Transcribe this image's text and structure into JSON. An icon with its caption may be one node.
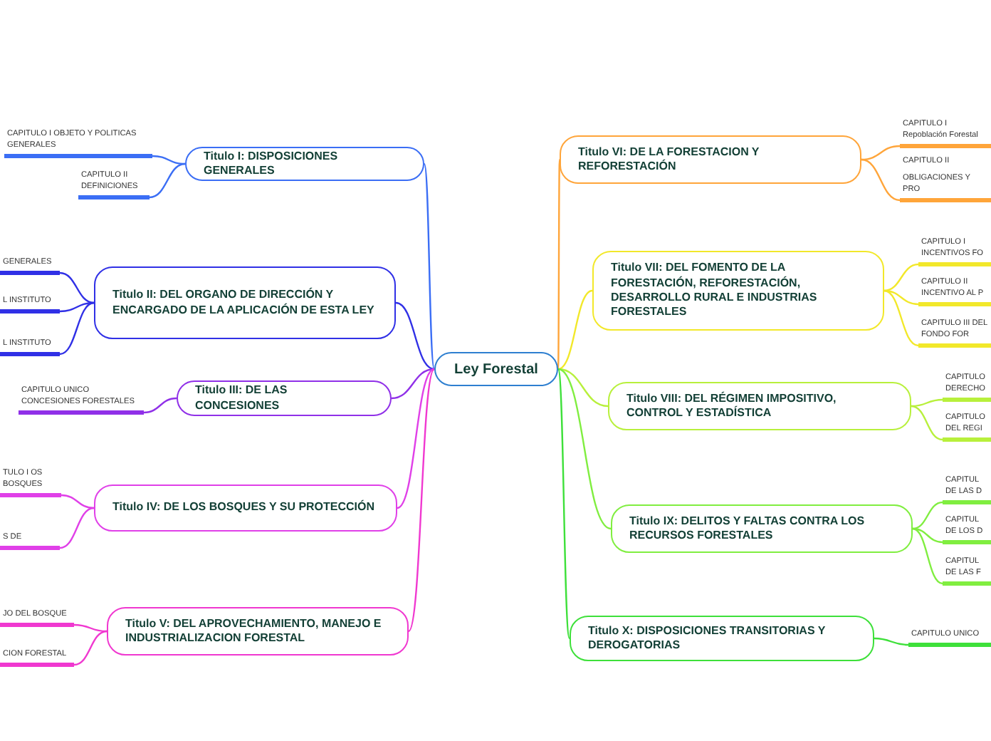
{
  "diagram": {
    "nodes": [
      {
        "text": [
          "Ley Forestal"
        ]
      },
      {
        "text": [
          "Titulo I: DISPOSICIONES GENERALES"
        ]
      },
      {
        "text": [
          "CAPITULO I OBJETO Y POLITICAS GENERALES"
        ]
      },
      {
        "text": [
          "CAPITULO II DEFINICIONES"
        ]
      },
      {
        "text": [
          "Titulo II: DEL ORGANO DE DIRECCIÓN Y ENCARGADO DE LA APLICACIÓN DE ESTA LEY"
        ]
      },
      {
        "text": [
          "GENERALES"
        ]
      },
      {
        "text": [
          "L INSTITUTO"
        ]
      },
      {
        "text": [
          "L INSTITUTO"
        ]
      },
      {
        "text": [
          "Titulo III: DE LAS CONCESIONES"
        ]
      },
      {
        "text": [
          "CAPITULO UNICO CONCESIONES FORESTALES"
        ]
      },
      {
        "text": [
          "Titulo IV: DE LOS BOSQUES Y SU PROTECCIÓN"
        ]
      },
      {
        "text": [
          "TULO I OS BOSQUES"
        ]
      },
      {
        "text": [
          "S DE"
        ]
      },
      {
        "text": [
          "Titulo V: DEL APROVECHAMIENTO, MANEJO E INDUSTRIALIZACION FORESTAL"
        ]
      },
      {
        "text": [
          "JO DEL BOSQUE"
        ]
      },
      {
        "text": [
          "CION FORESTAL"
        ]
      },
      {
        "text": [
          "Titulo VI: DE LA FORESTACION Y REFORESTACIÓN"
        ]
      },
      {
        "text": [
          "CAPITULO I Repoblación Forestal"
        ]
      },
      {
        "text": [
          "CAPITULO II",
          "OBLIGACIONES Y PRO"
        ]
      },
      {
        "text": [
          "Titulo VII: DEL FOMENTO DE LA FORESTACIÓN, REFORESTACIÓN, DESARROLLO RURAL E INDUSTRIAS FORESTALES"
        ]
      },
      {
        "text": [
          "CAPITULO I INCENTIVOS FO"
        ]
      },
      {
        "text": [
          "CAPITULO II INCENTIVO AL P"
        ]
      },
      {
        "text": [
          "CAPITULO III DEL FONDO FOR"
        ]
      },
      {
        "text": [
          "Titulo VIII: DEL RÉGIMEN IMPOSITIVO, CONTROL Y ESTADÍSTICA"
        ]
      },
      {
        "text": [
          "CAPITULO DERECHO"
        ]
      },
      {
        "text": [
          "CAPITULO DEL REGI"
        ]
      },
      {
        "text": [
          "Titulo IX: DELITOS Y FALTAS CONTRA LOS RECURSOS FORESTALES"
        ]
      },
      {
        "text": [
          "CAPITUL DE LAS D"
        ]
      },
      {
        "text": [
          "CAPITUL DE LOS D"
        ]
      },
      {
        "text": [
          "CAPITUL DE LAS F"
        ]
      },
      {
        "text": [
          "Titulo X: DISPOSICIONES TRANSITORIAS Y DEROGATORIAS"
        ]
      },
      {
        "text": [
          "CAPITULO UNICO"
        ]
      }
    ],
    "edges": [
      {
        "from": 0,
        "to": 1,
        "arrow": "none",
        "color": "#3b6ef5"
      },
      {
        "from": 1,
        "to": 2,
        "arrow": "none",
        "color": "#3b6ef5"
      },
      {
        "from": 1,
        "to": 3,
        "arrow": "none",
        "color": "#3b6ef5"
      },
      {
        "from": 0,
        "to": 4,
        "arrow": "none",
        "color": "#3030e6"
      },
      {
        "from": 4,
        "to": 5,
        "arrow": "none",
        "color": "#3030e6"
      },
      {
        "from": 4,
        "to": 6,
        "arrow": "none",
        "color": "#3030e6"
      },
      {
        "from": 4,
        "to": 7,
        "arrow": "none",
        "color": "#3030e6"
      },
      {
        "from": 0,
        "to": 8,
        "arrow": "none",
        "color": "#9030e8"
      },
      {
        "from": 8,
        "to": 9,
        "arrow": "none",
        "color": "#9030e8"
      },
      {
        "from": 0,
        "to": 10,
        "arrow": "none",
        "color": "#e040e8"
      },
      {
        "from": 10,
        "to": 11,
        "arrow": "none",
        "color": "#e040e8"
      },
      {
        "from": 10,
        "to": 12,
        "arrow": "none",
        "color": "#e040e8"
      },
      {
        "from": 0,
        "to": 13,
        "arrow": "none",
        "color": "#f038d0"
      },
      {
        "from": 13,
        "to": 14,
        "arrow": "none",
        "color": "#f038d0"
      },
      {
        "from": 13,
        "to": 15,
        "arrow": "none",
        "color": "#f038d0"
      },
      {
        "from": 0,
        "to": 16,
        "arrow": "none",
        "color": "#ffa53a"
      },
      {
        "from": 16,
        "to": 17,
        "arrow": "none",
        "color": "#ffa53a"
      },
      {
        "from": 16,
        "to": 18,
        "arrow": "none",
        "color": "#ffa53a"
      },
      {
        "from": 0,
        "to": 19,
        "arrow": "none",
        "color": "#f2e82a"
      },
      {
        "from": 19,
        "to": 20,
        "arrow": "none",
        "color": "#f2e82a"
      },
      {
        "from": 19,
        "to": 21,
        "arrow": "none",
        "color": "#f2e82a"
      },
      {
        "from": 19,
        "to": 22,
        "arrow": "none",
        "color": "#f2e82a"
      },
      {
        "from": 0,
        "to": 23,
        "arrow": "none",
        "color": "#b8f03c"
      },
      {
        "from": 23,
        "to": 24,
        "arrow": "none",
        "color": "#b8f03c"
      },
      {
        "from": 23,
        "to": 25,
        "arrow": "none",
        "color": "#b8f03c"
      },
      {
        "from": 0,
        "to": 26,
        "arrow": "none",
        "color": "#80ee40"
      },
      {
        "from": 26,
        "to": 27,
        "arrow": "none",
        "color": "#80ee40"
      },
      {
        "from": 26,
        "to": 28,
        "arrow": "none",
        "color": "#80ee40"
      },
      {
        "from": 26,
        "to": 29,
        "arrow": "none",
        "color": "#80ee40"
      },
      {
        "from": 0,
        "to": 30,
        "arrow": "none",
        "color": "#3ee03a"
      },
      {
        "from": 30,
        "to": 31,
        "arrow": "none",
        "color": "#3ee03a"
      }
    ]
  }
}
